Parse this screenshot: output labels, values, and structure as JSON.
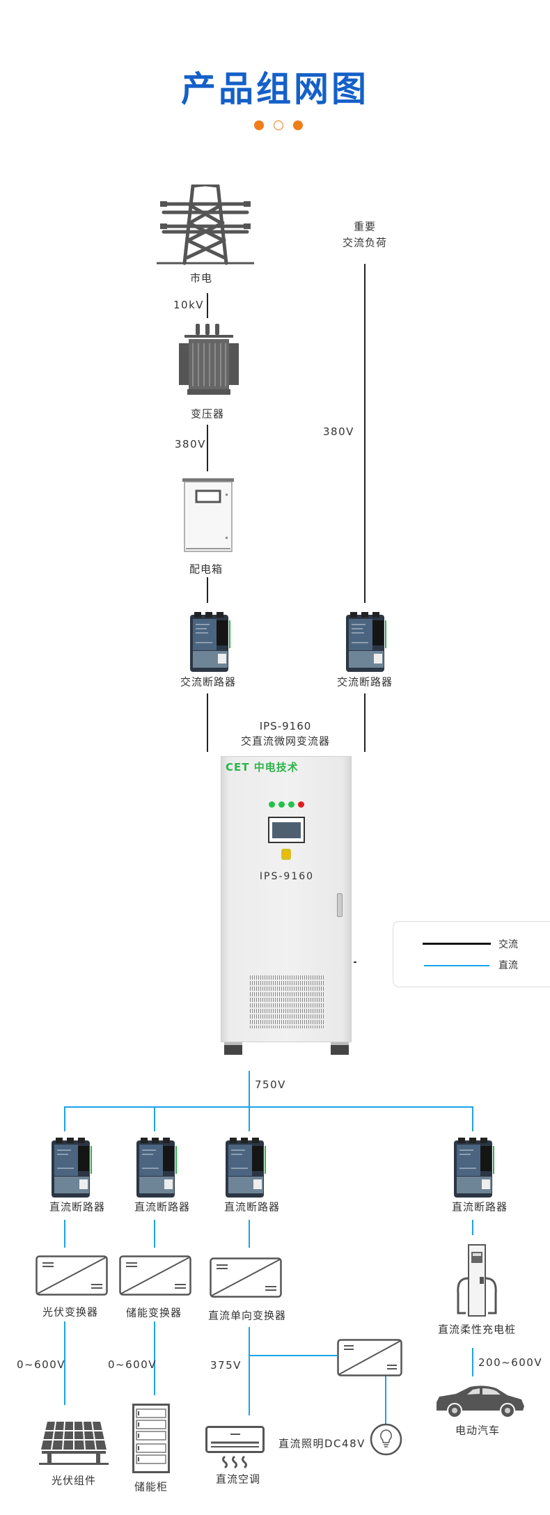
{
  "title": "产品组网图",
  "colors": {
    "title": "#1560c8",
    "accent_dot": "#f07d18",
    "ac_line": "#222222",
    "dc_line": "#1aa3e8"
  },
  "top": {
    "grid_label": "市电",
    "grid_voltage": "10kV",
    "transformer_label": "变压器",
    "transformer_voltage": "380V",
    "distribution_box_label": "配电箱",
    "ac_breaker_left_label": "交流断路器",
    "load_label_line1": "重要",
    "load_label_line2": "交流负荷",
    "load_voltage": "380V",
    "ac_breaker_right_label": "交流断路器"
  },
  "converter": {
    "model": "IPS-9160",
    "name": "交直流微网变流器",
    "brand": "CET 中电技术",
    "panel_model": "IPS-9160"
  },
  "legend": {
    "ac": "交流",
    "dc": "直流"
  },
  "dc_bus": {
    "voltage": "750V"
  },
  "branches": {
    "pv": {
      "breaker": "直流断路器",
      "converter": "光伏变换器",
      "voltage": "0~600V",
      "device": "光伏组件"
    },
    "storage": {
      "breaker": "直流断路器",
      "converter": "储能变换器",
      "voltage": "0~600V",
      "device": "储能柜"
    },
    "dcdc": {
      "breaker": "直流断路器",
      "converter": "直流单向变换器",
      "voltage": "375V",
      "device": "直流空调",
      "lighting": "直流照明DC48V"
    },
    "ev": {
      "breaker": "直流断路器",
      "charger": "直流柔性充电桩",
      "voltage": "200~600V",
      "device": "电动汽车"
    }
  }
}
